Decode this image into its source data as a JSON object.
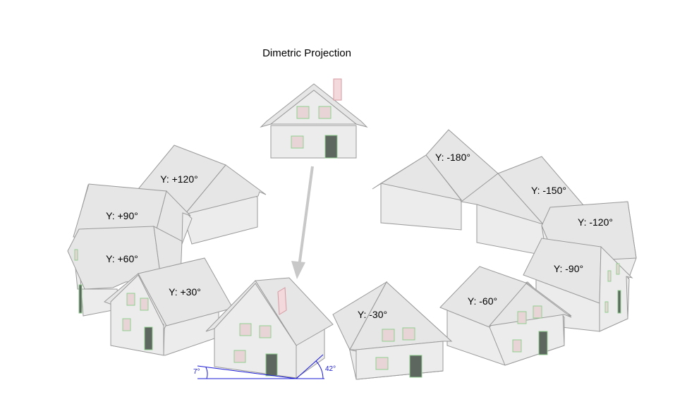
{
  "title": "Dimetric Projection",
  "house_labels": {
    "p120": "Y: +120°",
    "p90": "Y: +90°",
    "p60": "Y: +60°",
    "p30": "Y: +30°",
    "m30": "Y: -30°",
    "m60": "Y: -60°",
    "m90": "Y: -90°",
    "m120": "Y: -120°",
    "m150": "Y: -150°",
    "m180": "Y: -180°"
  },
  "angles": {
    "left": "7°",
    "right": "42°"
  },
  "colors": {
    "wall": "#ececec",
    "roof": "#e6e6e6",
    "outline": "#9a9a9a",
    "window_fill": "#e8d4d6",
    "window_border": "#8fcf8f",
    "door": "#5e6660",
    "chimney_fill": "#f3d9dc",
    "chimney_border": "#d49aa2",
    "arrow": "#c8c8c8",
    "angle_lines": "#1a1ad6"
  }
}
